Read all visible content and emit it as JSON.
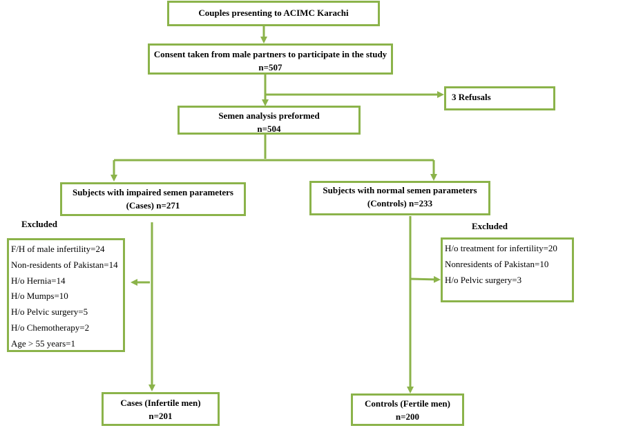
{
  "boxes": {
    "presenting": {
      "line1": "Couples presenting to ACIMC Karachi"
    },
    "consent": {
      "line1": "Consent taken from male partners to participate in the study",
      "line2": "n=507"
    },
    "refusals": {
      "line1": "3 Refusals"
    },
    "semen": {
      "line1": "Semen analysis preformed",
      "line2": "n=504"
    },
    "impaired": {
      "line1": "Subjects with impaired semen parameters",
      "line2": "(Cases) n=271"
    },
    "normal": {
      "line1": "Subjects with normal semen parameters",
      "line2": "(Controls) n=233"
    },
    "cases_final": {
      "line1": "Cases (Infertile men)",
      "line2": "n=201"
    },
    "controls_final": {
      "line1": "Controls (Fertile men)",
      "line2": "n=200"
    }
  },
  "excluded_left": {
    "label": "Excluded",
    "items": [
      "F/H of male infertility=24",
      "Non-residents of Pakistan=14",
      "H/o Hernia=14",
      "H/o Mumps=10",
      "H/o Pelvic surgery=5",
      "H/o Chemotherapy=2",
      "Age > 55 years=1"
    ]
  },
  "excluded_right": {
    "label": "Excluded",
    "items": [
      "H/o treatment for infertility=20",
      "Nonresidents of Pakistan=10",
      "H/o Pelvic surgery=3"
    ]
  },
  "colors": {
    "border": "#8bb34a",
    "arrow": "#8bb34a"
  }
}
